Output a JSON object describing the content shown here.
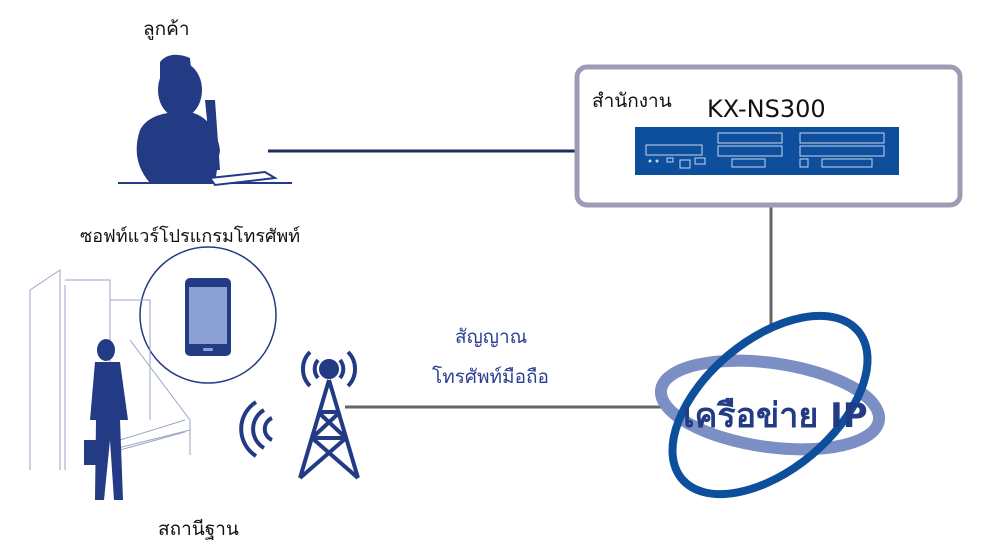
{
  "labels": {
    "customer": "ลูกค้า",
    "softphone": "ซอฟท์แวร์โปรแกรมโทรศัพท์",
    "base_station": "สถานีฐาน",
    "mobile_signal_line1": "สัญญาณ",
    "mobile_signal_line2": "โทรศัพท์มือถือ",
    "office": "สำนักงาน",
    "pbx_model": "KX-NS300",
    "ip_network": "เครือข่าย IP"
  },
  "colors": {
    "figure": "#233a85",
    "pbx": "#0d4f9c",
    "box_border": "#9c9cb4",
    "line": "#666666",
    "arrow": "#1c2e5a",
    "ring_dark": "#0d4f9c",
    "ring_light": "#7b8fc4"
  }
}
